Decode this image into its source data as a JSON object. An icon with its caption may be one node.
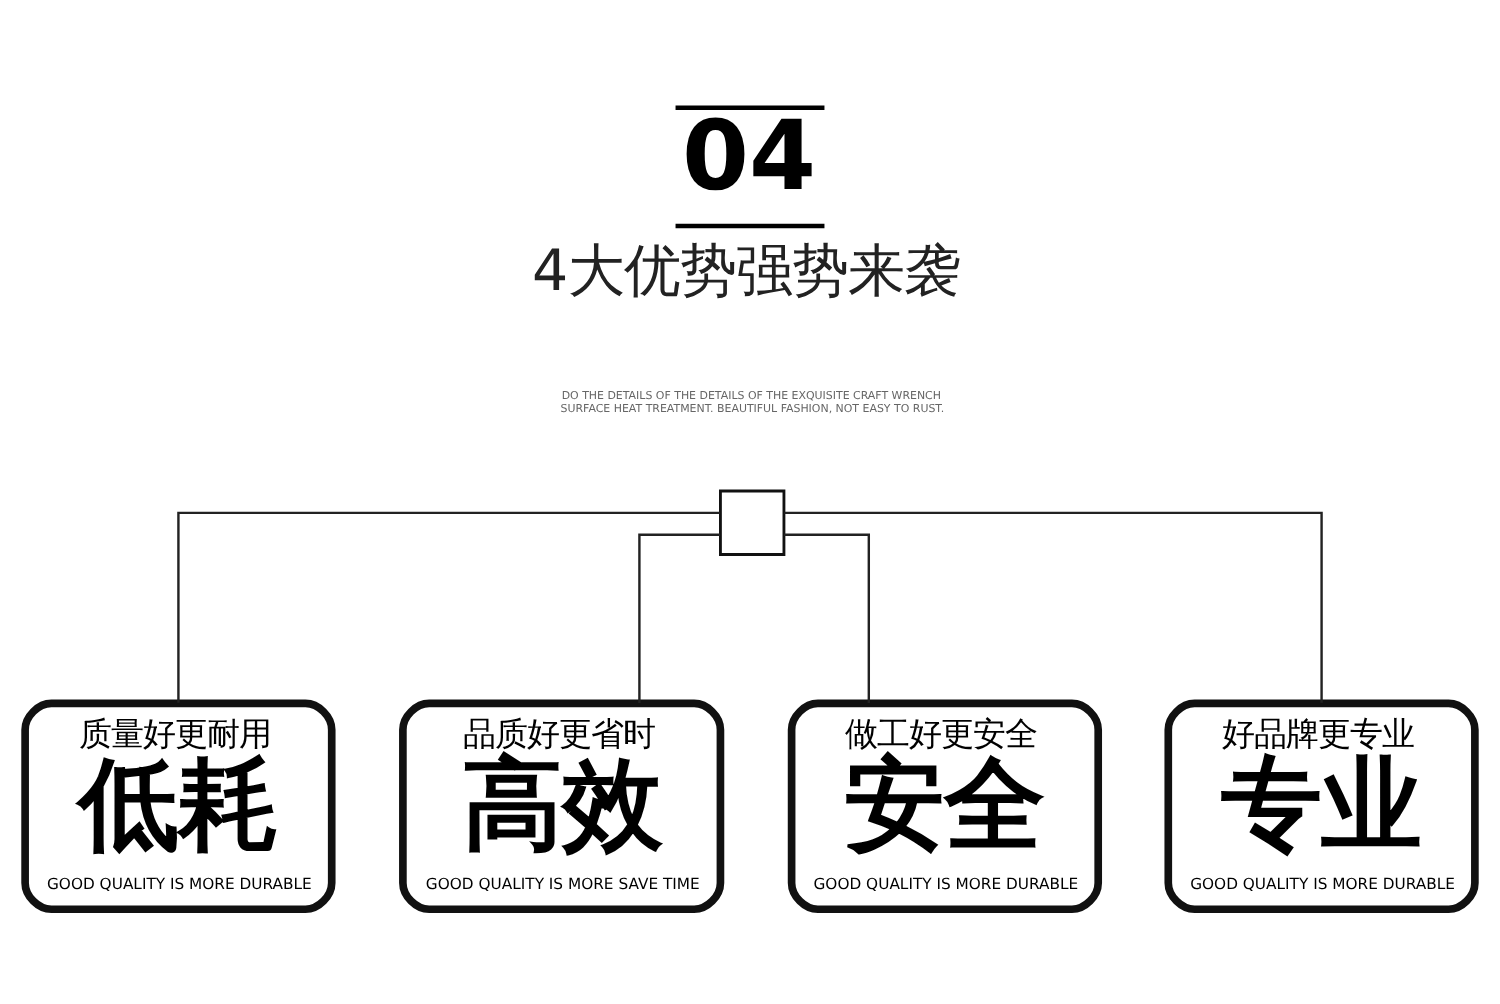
{
  "diagram": {
    "title": "04",
    "nodes": [
      {
        "text": [],
        "shape": "box"
      },
      {
        "text": [
          "质量好更耐用",
          "低耗",
          "GOOD QUALITY IS MORE DURABLE"
        ]
      },
      {
        "text": [
          "品质好更省时",
          "高效",
          "GOOD QUALITY IS MORE SAVE TIME"
        ]
      },
      {
        "text": [
          "做工好更安全",
          "安全",
          "GOOD QUALITY IS MORE DURABLE"
        ]
      },
      {
        "text": [
          "好品牌更专业",
          "专业",
          "GOOD QUALITY IS MORE DURABLE"
        ]
      }
    ],
    "edges": [
      {
        "from": 0,
        "to": 1,
        "arrow": "none"
      },
      {
        "from": 0,
        "to": 2,
        "arrow": "none"
      },
      {
        "from": 0,
        "to": 3,
        "arrow": "none"
      },
      {
        "from": 0,
        "to": 4,
        "arrow": "none"
      }
    ],
    "labels": [
      "4大优势强势来袭",
      "DO THE DETAILS OF THE DETAILS OF THE EXQUISITE CRAFT WRENCH SURFACE HEAT TREATMENT. BEAUTIFUL FASHION, NOT EASY TO RUST."
    ]
  }
}
